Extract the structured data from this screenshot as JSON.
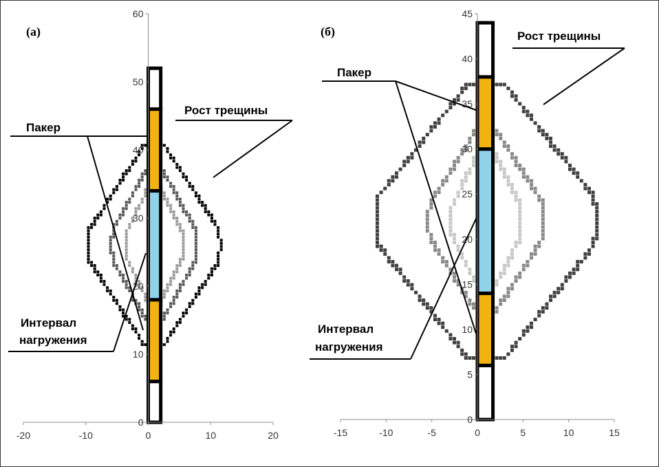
{
  "figure": {
    "frame_color": "#333333"
  },
  "chart_data": [
    {
      "type": "scatter",
      "panel": "(а)",
      "xlim": [
        -20,
        20
      ],
      "ylim": [
        0,
        60
      ],
      "xticks": [
        -20,
        -10,
        0,
        10,
        20
      ],
      "yticks": [
        0,
        10,
        20,
        30,
        40,
        50,
        60
      ],
      "grid": false,
      "well": {
        "x_left": 0,
        "x_right": 2,
        "segments": [
          {
            "role": "casing",
            "y0": 0,
            "y1": 6,
            "color": "#ffffff"
          },
          {
            "role": "packer",
            "y0": 6,
            "y1": 18,
            "color": "#f2b20f"
          },
          {
            "role": "interval",
            "y0": 18,
            "y1": 34,
            "color": "#8fd3e8"
          },
          {
            "role": "packer",
            "y0": 34,
            "y1": 46,
            "color": "#f2b20f"
          },
          {
            "role": "casing",
            "y0": 46,
            "y1": 52,
            "color": "#ffffff"
          }
        ]
      },
      "series": [
        {
          "color": "#000000",
          "cx": 1,
          "cy": 26,
          "rx": 10.5,
          "ry": 14.8,
          "clip": 0.5
        },
        {
          "color": "#555555",
          "cx": 1,
          "cy": 26,
          "rx": 6.8,
          "ry": 11.2,
          "clip": 0.6
        },
        {
          "color": "#9a9a9a",
          "cx": 1,
          "cy": 26,
          "rx": 4.6,
          "ry": 8.6,
          "clip": 0.65
        }
      ],
      "annotations": [
        {
          "text": "Пакер"
        },
        {
          "text": "Рост трещины"
        },
        {
          "text": "Интервал нагружения"
        }
      ]
    },
    {
      "type": "scatter",
      "panel": "(б)",
      "xlim": [
        -15,
        15
      ],
      "ylim": [
        0,
        45
      ],
      "xticks": [
        -15,
        -10,
        -5,
        0,
        5,
        10,
        15
      ],
      "yticks": [
        0,
        5,
        10,
        15,
        20,
        25,
        30,
        35,
        40,
        45
      ],
      "grid": false,
      "well": {
        "x_left": 0,
        "x_right": 1.7,
        "segments": [
          {
            "role": "casing",
            "y0": 0,
            "y1": 6,
            "color": "#ffffff"
          },
          {
            "role": "packer",
            "y0": 6,
            "y1": 14,
            "color": "#f2b20f"
          },
          {
            "role": "interval",
            "y0": 14,
            "y1": 30,
            "color": "#8fd3e8"
          },
          {
            "role": "packer",
            "y0": 30,
            "y1": 38,
            "color": "#f2b20f"
          },
          {
            "role": "casing",
            "y0": 38,
            "y1": 44,
            "color": "#ffffff"
          }
        ]
      },
      "series": [
        {
          "color": "#3f3f3f",
          "cx": 1,
          "cy": 22,
          "rx": 12,
          "ry": 15.3,
          "clip": 0.55
        },
        {
          "color": "#888888",
          "cx": 1,
          "cy": 22,
          "rx": 6.3,
          "ry": 10,
          "clip": 0.6
        },
        {
          "color": "#c8c8c8",
          "cx": 1,
          "cy": 22,
          "rx": 3.8,
          "ry": 7.8,
          "clip": 0.65
        }
      ],
      "annotations": [
        {
          "text": "Пакер"
        },
        {
          "text": "Рост трещины"
        },
        {
          "text": "Интервал нагружения"
        }
      ]
    }
  ],
  "labels": {
    "a": {
      "packer": "Пакер",
      "growth": "Рост трещины",
      "interval1": "Интервал",
      "interval2": "нагружения"
    },
    "b": {
      "packer": "Пакер",
      "growth": "Рост трещины",
      "interval1": "Интервал",
      "interval2": "нагружения"
    }
  }
}
